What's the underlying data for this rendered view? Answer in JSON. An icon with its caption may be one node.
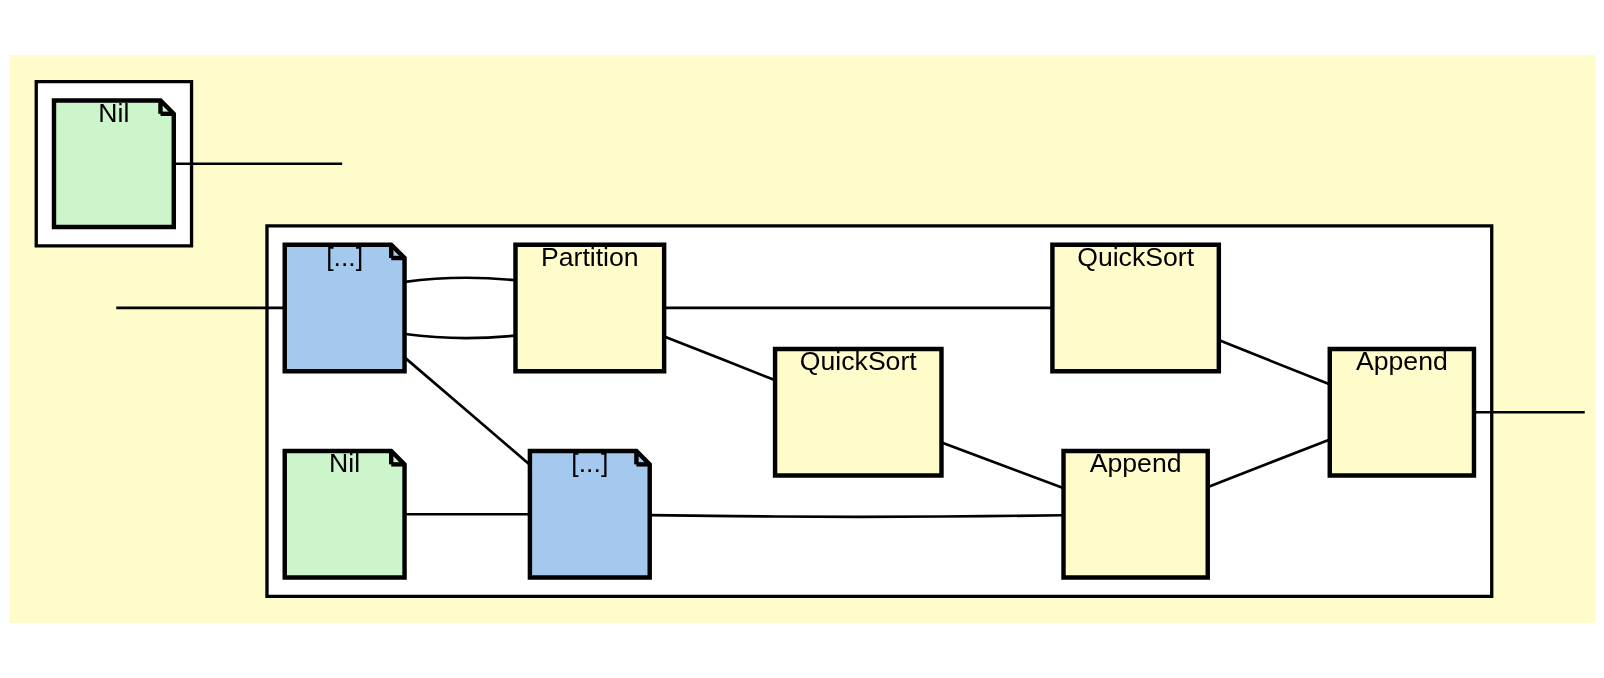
{
  "diagram": {
    "nodes": [
      {
        "text": [],
        "shape": "box"
      },
      {
        "text": [
          "[...]"
        ],
        "in": 0
      },
      {
        "text": [
          "Partition"
        ],
        "in": 0
      },
      {
        "text": [
          "QuickSort"
        ],
        "in": 0
      },
      {
        "text": [
          "QuickSort"
        ],
        "in": 0
      },
      {
        "text": [
          "Append"
        ],
        "in": 0
      },
      {
        "text": [
          "[...]"
        ],
        "in": 0
      },
      {
        "text": [
          "Nil"
        ],
        "in": 0
      },
      {
        "text": [
          "Append"
        ],
        "in": 0
      },
      {
        "text": [],
        "shape": "box"
      },
      {
        "text": [
          "Nil"
        ],
        "in": 9
      }
    ],
    "edges": [
      {
        "from": null,
        "to": 1,
        "arrow": "none"
      },
      {
        "from": 1,
        "to": 2,
        "arrow": "none"
      },
      {
        "from": 1,
        "to": 6,
        "arrow": "none"
      },
      {
        "from": 1,
        "to": 2,
        "arrow": "none"
      },
      {
        "from": 2,
        "to": 3,
        "arrow": "none"
      },
      {
        "from": 2,
        "to": 4,
        "arrow": "none"
      },
      {
        "from": 3,
        "to": 5,
        "arrow": "none"
      },
      {
        "from": 4,
        "to": 8,
        "arrow": "none"
      },
      {
        "from": 6,
        "to": 8,
        "arrow": "none"
      },
      {
        "from": 7,
        "to": 6,
        "arrow": "none"
      },
      {
        "from": 8,
        "to": 5,
        "arrow": "none"
      },
      {
        "from": 5,
        "to": null,
        "arrow": "none"
      },
      {
        "from": 10,
        "to": null,
        "arrow": "none"
      }
    ]
  }
}
